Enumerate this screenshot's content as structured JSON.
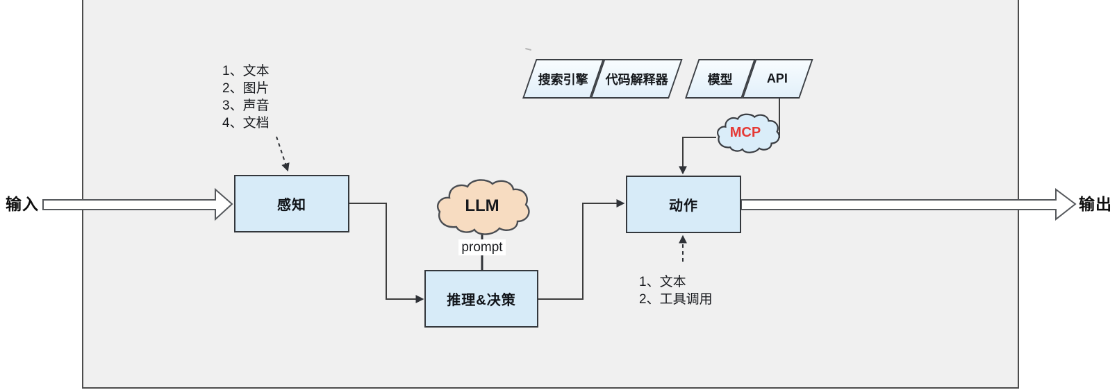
{
  "diagram": {
    "input_label": "输入",
    "output_label": "输出",
    "perception": {
      "label": "感知",
      "modalities": [
        "1、文本",
        "2、图片",
        "3、声音",
        "4、文档"
      ]
    },
    "reasoning": {
      "label": "推理&决策"
    },
    "llm": {
      "label": "LLM",
      "prompt_label": "prompt"
    },
    "action": {
      "label": "动作",
      "outputs": [
        "1、文本",
        "2、工具调用"
      ]
    },
    "mcp": {
      "label": "MCP"
    },
    "tools": [
      {
        "label": "搜索引擎"
      },
      {
        "label": "代码解释器"
      },
      {
        "label": "模型"
      },
      {
        "label": "API"
      }
    ],
    "colors": {
      "frame_fill": "#f0f0f0",
      "node_fill": "#d7ebf8",
      "tool_fill": "#edf5fc",
      "llm_cloud_fill": "#f7dcc1",
      "mcp_cloud_fill": "#daedf9",
      "mcp_text": "#e53935",
      "line": "#3d3d3d"
    }
  }
}
